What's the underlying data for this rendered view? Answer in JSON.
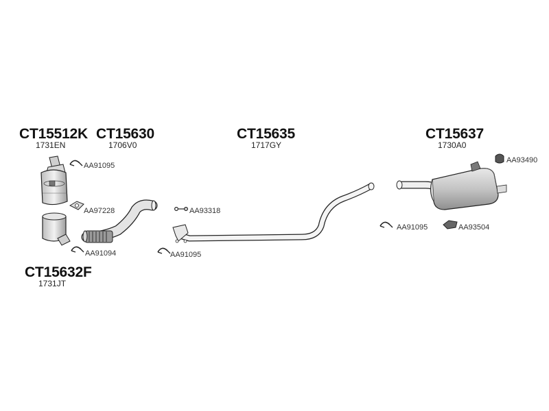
{
  "groups": [
    {
      "code": "CT15512K",
      "oem": "1731EN"
    },
    {
      "code": "CT15630",
      "oem": "1706V0"
    },
    {
      "code": "CT15635",
      "oem": "1717GY"
    },
    {
      "code": "CT15637",
      "oem": "1730A0"
    },
    {
      "code": "CT15632F",
      "oem": "1731JT"
    }
  ],
  "accessories": [
    {
      "ref": "AA91095",
      "icon": "clamp-icon"
    },
    {
      "ref": "AA97228",
      "icon": "gasket-icon"
    },
    {
      "ref": "AA91094",
      "icon": "clamp-icon"
    },
    {
      "ref": "AA93318",
      "icon": "bolt-icon"
    },
    {
      "ref": "AA91095",
      "icon": "clamp-icon"
    },
    {
      "ref": "AA93490",
      "icon": "rubber-mount-icon"
    },
    {
      "ref": "AA91095",
      "icon": "clamp-icon"
    },
    {
      "ref": "AA93504",
      "icon": "rubber-mount-icon"
    }
  ]
}
